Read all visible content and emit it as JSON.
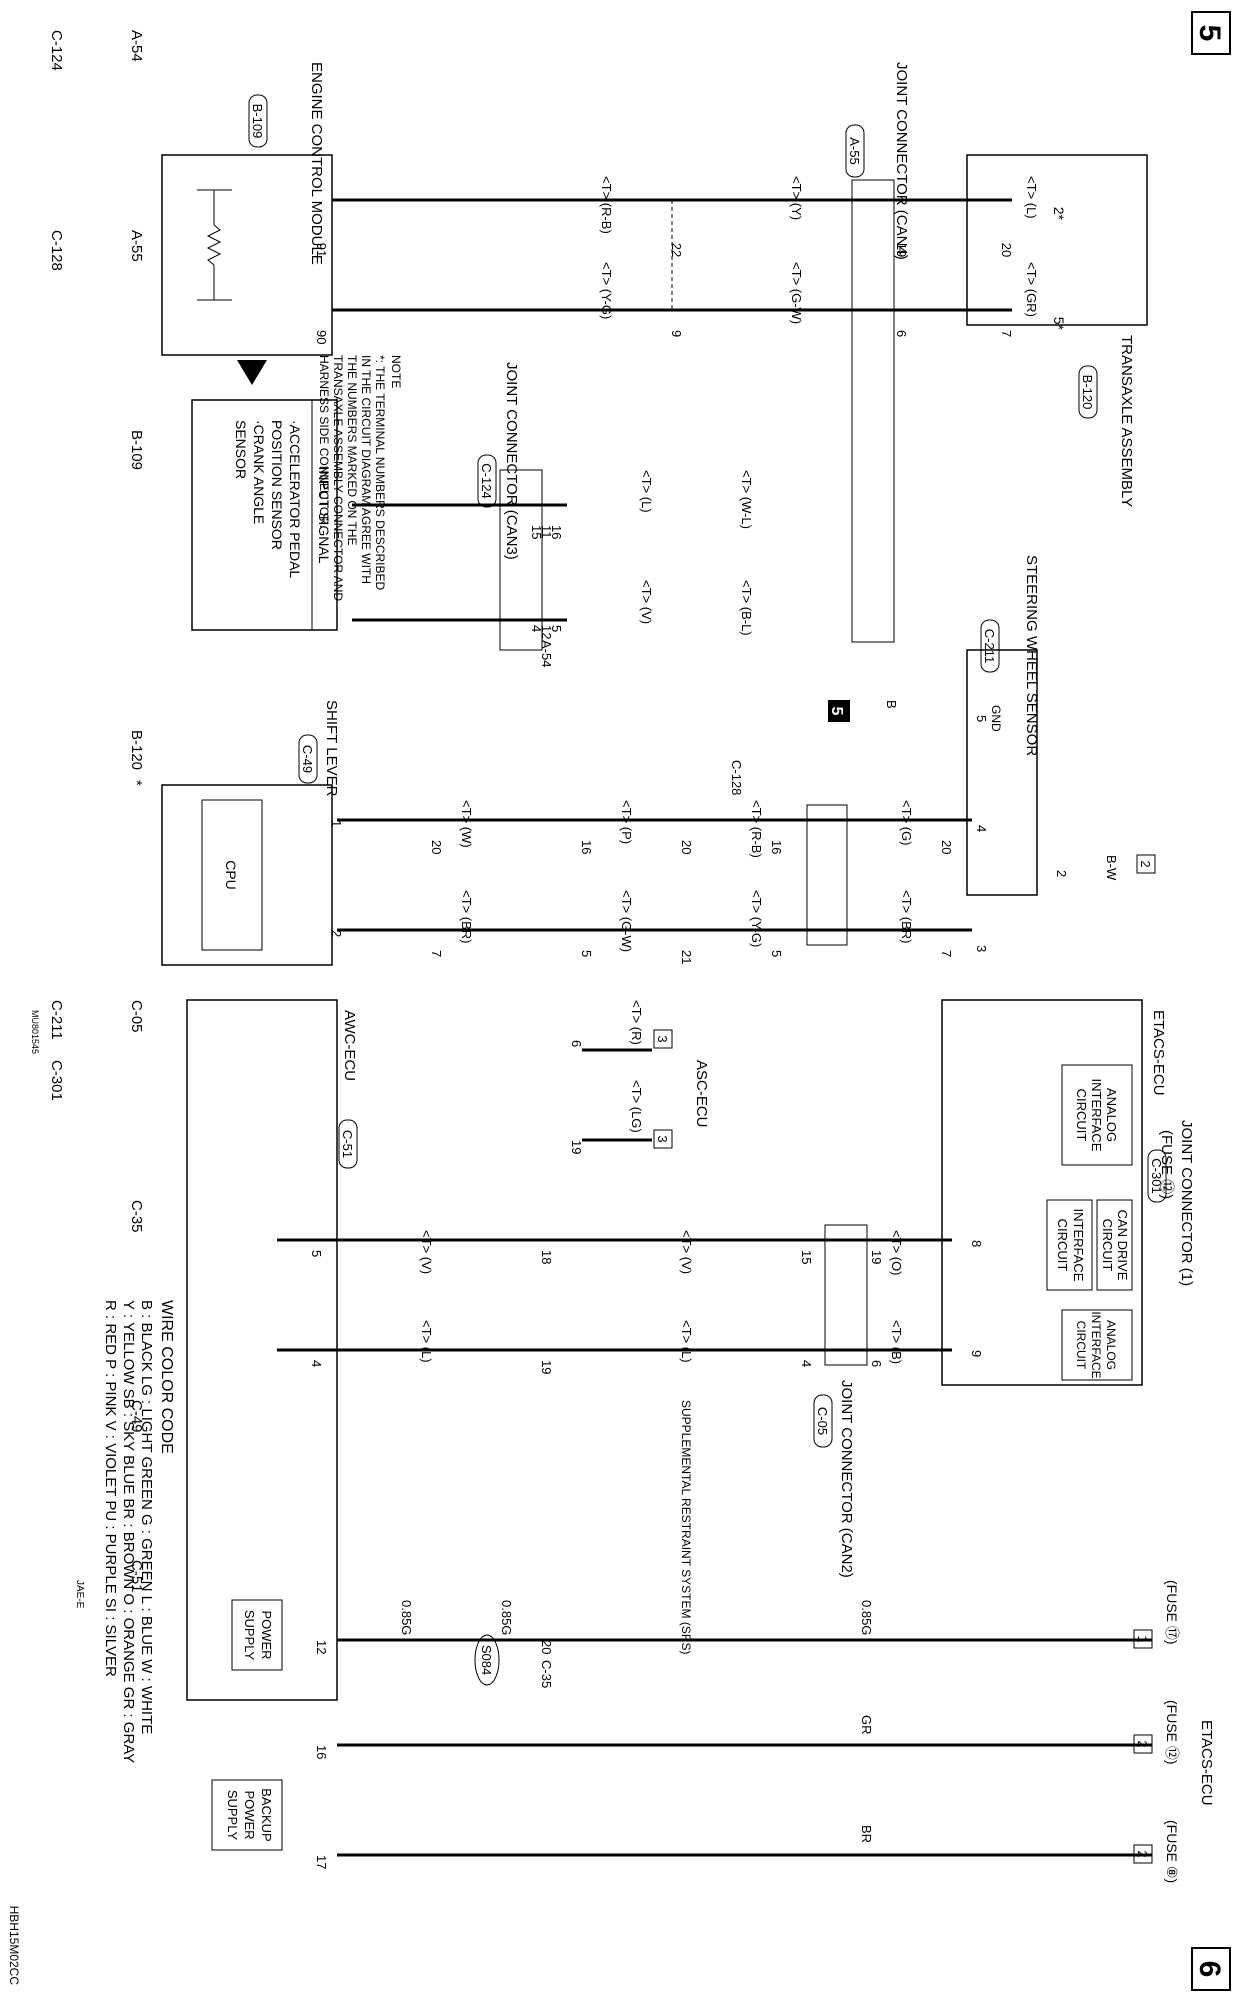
{
  "page": {
    "page_number_start": "5",
    "page_number_end": "6",
    "doc_code": "HBH15M02CC"
  },
  "components": {
    "ecm": {
      "name": "ENGINE CONTROL MODULE",
      "code": "B-109"
    },
    "transaxle": {
      "name": "TRANSAXLE ASSEMBLY",
      "code": "B-120"
    },
    "jc_can4": {
      "name": "JOINT CONNECTOR (CAN4)",
      "code": "A-55"
    },
    "jc_can3": {
      "name": "JOINT CONNECTOR (CAN3)",
      "code": "C-124"
    },
    "steering_sensor": {
      "name": "STEERING WHEEL SENSOR",
      "code": "C-211"
    },
    "jc1": {
      "name": "JOINT CONNECTOR (1)",
      "fuse": "(FUSE ⑫)"
    },
    "shift_lever": {
      "name": "SHIFT LEVER",
      "code": "C-49"
    },
    "cpu": {
      "name": "CPU"
    },
    "asc_ecu": {
      "name": "ASC-ECU"
    },
    "etacs_ecu": {
      "name": "ETACS-ECU",
      "code": "C-301"
    },
    "etacs_ecu_right": {
      "name": "ETACS-ECU"
    },
    "awc_ecu": {
      "name": "AWC-ECU",
      "code": "C-51"
    },
    "jc_can2": {
      "name": "JOINT CONNECTOR (CAN2)",
      "code": "C-05"
    },
    "srs": {
      "name": "SUPPLEMENTAL RESTRAINT SYSTEM (SRS)"
    },
    "input_signal": {
      "title": "INPUT SIGNAL",
      "items": [
        "·ACCELERATOR PEDAL",
        "POSITION SENSOR",
        "·CRANK ANGLE",
        "SENSOR"
      ]
    },
    "analog1": {
      "lines": [
        "ANALOG",
        "INTERFACE",
        "CIRCUIT"
      ]
    },
    "analog2": {
      "lines": [
        "ANALOG",
        "INTERFACE",
        "CIRCUIT"
      ]
    },
    "interface": {
      "lines": [
        "INTERFACE",
        "CIRCUIT"
      ]
    },
    "can_drive": {
      "lines": [
        "CAN DRIVE",
        "CIRCUIT"
      ]
    },
    "power_supply": {
      "lines": [
        "POWER",
        "SUPPLY"
      ]
    },
    "backup_power": {
      "lines": [
        "BACKUP",
        "POWER",
        "SUPPLY"
      ]
    }
  },
  "note": {
    "title": "NOTE",
    "lines": [
      "*: THE TERMINAL NUMBERS DESCRIBED",
      "IN THE CIRCUIT DIAGRAM AGREE WITH",
      "THE NUMBERS MARKED ON THE",
      "TRANSAXLE ASSEMBLY CONNECTOR AND",
      "HARNESS SIDE CONNECTOR."
    ]
  },
  "wire_color_code": {
    "title": "WIRE COLOR CODE",
    "lines": [
      "B : BLACK   LG : LIGHT GREEN   G : GREEN   L : BLUE   W : WHITE",
      "Y : YELLOW   SB : SKY BLUE   BR : BROWN   O : ORANGE   GR : GRAY",
      "R : RED   P : PINK   V : VIOLET   PU : PURPLE   SI : SILVER"
    ]
  },
  "wires": {
    "tl": "<T> (L)",
    "tgr": "<T> (GR)",
    "ty": "<T> (Y)",
    "tgw": "<T> (G-W)",
    "trb": "<T> (R-B)",
    "tyg": "<T> (Y-G)",
    "twl": "<T> (W-L)",
    "tbl": "<T> (B-L)",
    "tl2": "<T> (L)",
    "tv": "<T> (V)",
    "b": "B",
    "bw": "B-W",
    "tg": "<T> (G)",
    "tbr": "<T> (BR)",
    "trb2": "<T> (R-B)",
    "tyg2": "<T> (Y-G)",
    "tp": "<T> (P)",
    "tgw2": "<T> (G-W)",
    "tw": "<T> (W)",
    "tbr2": "<T> (BR)",
    "tr": "<T> (R)",
    "tlg": "<T> (LG)",
    "to": "<T> (O)",
    "tb": "<T> (B)",
    "tv2": "<T> (V)",
    "tl3": "<T> (L)",
    "tv3": "<T> (V)",
    "tl4": "<T> (L)",
    "g085a": "0.85G",
    "g085b": "0.85G",
    "g085c": "0.85G",
    "gr": "GR",
    "br": "BR"
  },
  "splice": "S084",
  "pins": {
    "t2": "2*",
    "t5": "5*",
    "j20": "20",
    "j7": "7",
    "j19": "19",
    "j6": "6",
    "j22": "22",
    "j9": "9",
    "e91": "91",
    "e90": "90",
    "c16": "16",
    "c5": "5",
    "c11": "11",
    "c12": "12",
    "c15": "15",
    "c4": "4",
    "s5": "5",
    "s4": "4",
    "s3": "3",
    "jc2": "2",
    "k20": "20",
    "k7": "7",
    "k16": "16",
    "k5": "5",
    "k20b": "20",
    "k21": "21",
    "k16b": "16",
    "k5b": "5",
    "k20c": "20",
    "k7b": "7",
    "sl1": "1",
    "sl2": "2",
    "a6": "6",
    "a19": "19",
    "e8": "8",
    "e9": "9",
    "n19": "19",
    "n6": "6",
    "n15": "15",
    "n4": "4",
    "n18": "18",
    "n19b": "19",
    "w5": "5",
    "w4": "4",
    "w12": "12",
    "w16": "16",
    "w17": "17",
    "c35pin": "20",
    "gnd": "GND",
    "fuse2": "2"
  },
  "fuses": {
    "f17": "(FUSE ⑰)",
    "f12": "(FUSE ⑫)",
    "f8": "(FUSE ⑧)",
    "b1": "1",
    "b2": "2",
    "b2b": "2",
    "asc3a": "3",
    "asc3b": "3"
  },
  "ground_ref": "5",
  "inline_codes": {
    "a54": "A-54",
    "c128": "C-128",
    "c35": "C-35"
  },
  "connector_refs": [
    "A-54",
    "C-124",
    "A-55",
    "C-128",
    "B-109",
    "B-120",
    "C-05",
    "C-211",
    "C-301",
    "C-35",
    "C-49",
    "C-51"
  ],
  "connector_extra": {
    "b120_star": "*",
    "mu_code": "MU801545",
    "jae_label": "JAE-E"
  }
}
